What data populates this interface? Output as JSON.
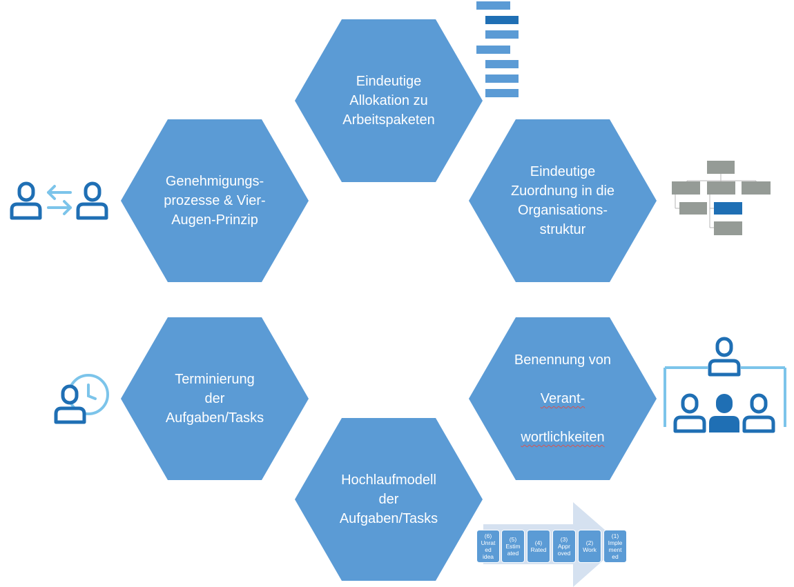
{
  "hexagons": {
    "top": "Eindeutige\nAllokation zu\nArbeitspaketen",
    "upper_left": "Genehmigungs-\nprozesse & Vier-\nAugen-Prinzip",
    "upper_right": "Eindeutige\nZuordnung in die\nOrganisations-\nstruktur",
    "lower_left": "Terminierung\nder\nAufgaben/Tasks",
    "lower_right_line1": "Benennung von",
    "lower_right_line2": "Verant-",
    "lower_right_line3": "wortlichkeiten",
    "bottom": "Hochlaufmodell\nder\nAufgaben/Tasks"
  },
  "process_steps": [
    "(6)\nUnrat\ned\nidea",
    "(5)\nEstim\nated",
    "(4)\nRated",
    "(3)\nAppr\noved",
    "(2)\nWork",
    "(1)\nImple\nment\ned"
  ],
  "colors": {
    "hexagon": "#5b9bd5",
    "icon_dark": "#1f6fb4",
    "icon_light": "#7cc4ea",
    "org_box": "#959b96",
    "arrow": "#d5e1f0"
  },
  "icons": [
    "gantt-bars-icon",
    "org-chart-icon",
    "user-swap-icon",
    "user-clock-icon",
    "team-hierarchy-icon",
    "process-arrow-icon"
  ]
}
